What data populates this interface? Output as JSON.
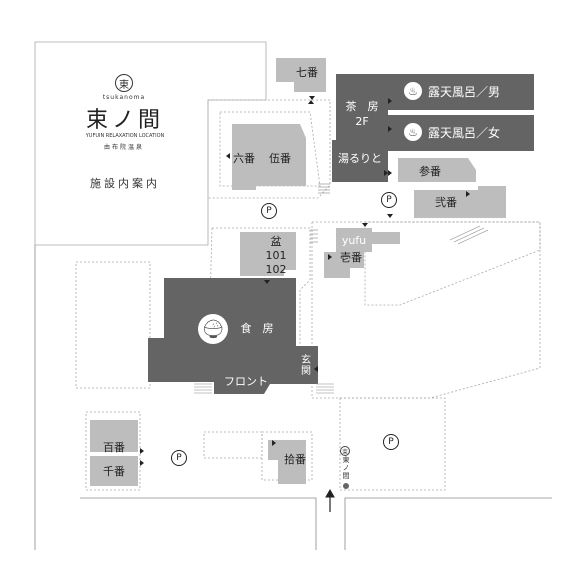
{
  "logo": {
    "emblem_char": "東",
    "romaji": "tsukanoma",
    "name": "束ノ間",
    "tagline": "YUFUIN RELAXATION LOCATION",
    "sub": "由布院温泉",
    "guide": "施設内案内"
  },
  "buildings": {
    "nanaban": "七番",
    "rokuban": "六番",
    "goban": "伍番",
    "sanban": "参番",
    "niban": "弐番",
    "ichiban": "壱番",
    "juban": "拾番",
    "hyakuban": "百番",
    "senban": "千番",
    "bon": "盆",
    "bon_rooms": [
      "101",
      "102"
    ],
    "yufu": "yufu",
    "yururito": "湯るりと",
    "chabou": "茶　房",
    "chabou_floor": "2F",
    "shokubou": "食　房",
    "genkan": "玄関",
    "front": "フロント"
  },
  "onsen": {
    "men": "露天風呂／男",
    "women": "露天風呂／女",
    "icon": "hot-spring-icon"
  },
  "dining_icon": "rice-bowl-icon",
  "parking_label": "P",
  "sign": {
    "emblem": "束",
    "text": "東ノ間"
  },
  "colors": {
    "dark": "#646464",
    "light": "#bdbdbd",
    "boundary": "#a8a8a8",
    "road": "#8a8a8a"
  }
}
